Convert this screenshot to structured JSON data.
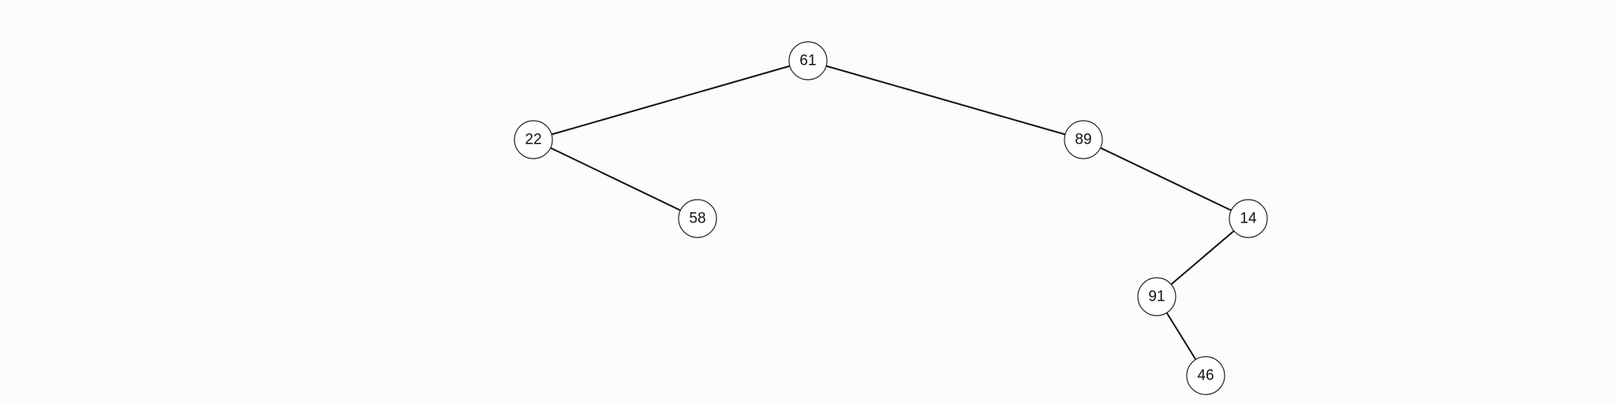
{
  "tree": {
    "nodes": [
      {
        "id": "n61",
        "value": "61"
      },
      {
        "id": "n22",
        "value": "22"
      },
      {
        "id": "n89",
        "value": "89"
      },
      {
        "id": "n58",
        "value": "58"
      },
      {
        "id": "n14",
        "value": "14"
      },
      {
        "id": "n91",
        "value": "91"
      },
      {
        "id": "n46",
        "value": "46"
      }
    ],
    "edges": [
      {
        "from": "n61",
        "to": "n22"
      },
      {
        "from": "n61",
        "to": "n89"
      },
      {
        "from": "n22",
        "to": "n58"
      },
      {
        "from": "n89",
        "to": "n14"
      },
      {
        "from": "n14",
        "to": "n91"
      },
      {
        "from": "n91",
        "to": "n46"
      }
    ]
  }
}
